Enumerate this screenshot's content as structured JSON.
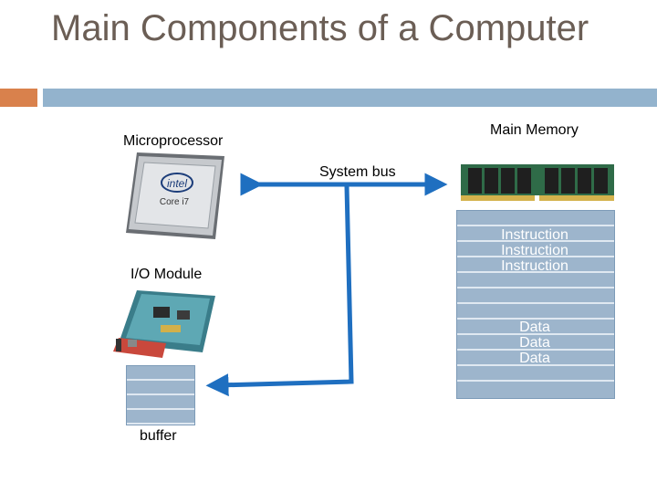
{
  "title": "Main Components of a Computer",
  "labels": {
    "cpu": "Microprocessor",
    "io_module": "I/O Module",
    "system_bus": "System bus",
    "main_memory": "Main Memory",
    "buffer": "buffer"
  },
  "memory_contents": {
    "instructions": [
      "Instruction",
      "Instruction",
      "Instruction"
    ],
    "data": [
      "Data",
      "Data",
      "Data"
    ]
  },
  "chip_text": {
    "brand": "intel",
    "model": "Core i7"
  },
  "colors": {
    "title": "#6b5e55",
    "accent_orange": "#d9814c",
    "accent_blue": "#93b3cd",
    "bus": "#1f6fc0",
    "memory_cells": "#9db5cc"
  }
}
